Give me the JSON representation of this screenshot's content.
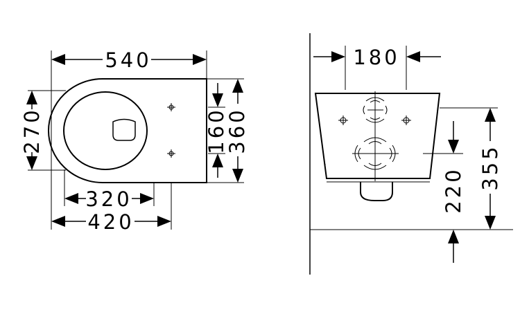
{
  "top_view": {
    "dim_length": "540",
    "dim_width": "270",
    "dim_mount_holes": "160",
    "dim_side_height": "360",
    "dim_rim_length": "320",
    "dim_fixing_length": "420"
  },
  "side_view": {
    "dim_top_width": "180",
    "dim_height": "355",
    "dim_outlet_height": "220"
  }
}
